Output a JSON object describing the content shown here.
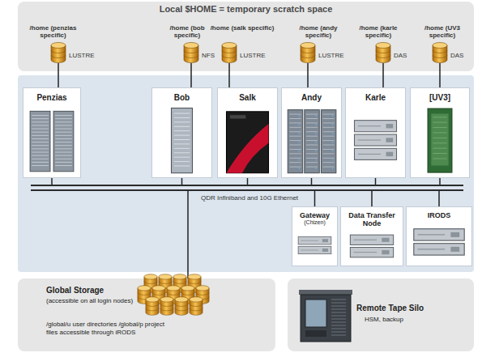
{
  "diagram": {
    "nodes": [
      {
        "text": [
          "Local $HOME = temporary scratch space"
        ]
      },
      {
        "text": [
          "/home (penzias specific)",
          "LUSTRE"
        ],
        "in": 0
      },
      {
        "text": [
          "/home (bob specific)",
          "NFS"
        ],
        "in": 0
      },
      {
        "text": [
          "/home (salk specific)",
          "LUSTRE"
        ],
        "in": 0
      },
      {
        "text": [
          "/home (andy specific)",
          "LUSTRE"
        ],
        "in": 0
      },
      {
        "text": [
          "/home (karle specific)",
          "DAS"
        ],
        "in": 0
      },
      {
        "text": [
          "/home (UV3 specific)",
          "DAS"
        ],
        "in": 0
      },
      {
        "text": [
          "Penzias"
        ]
      },
      {
        "text": [
          "Bob"
        ]
      },
      {
        "text": [
          "Salk"
        ]
      },
      {
        "text": [
          "Andy"
        ]
      },
      {
        "text": [
          "Karle"
        ]
      },
      {
        "text": [
          "[UV3]"
        ]
      },
      {
        "text": [
          "QDR Infiniband and 10G Ethernet"
        ]
      },
      {
        "text": [
          "Gateway",
          "(Chizen)"
        ]
      },
      {
        "text": [
          "Data Transfer Node"
        ]
      },
      {
        "text": [
          "IRODS"
        ]
      },
      {
        "text": [
          "Global Storage",
          "(accessible on all login nodes)",
          "/global/u user directories /global/p project files accessible through iRODS"
        ]
      },
      {
        "text": [
          "Remote Tape Silo",
          "HSM, backup"
        ]
      }
    ],
    "edges": [
      {
        "from": 1,
        "to": 7,
        "arrow": "none"
      },
      {
        "from": 2,
        "to": 8,
        "arrow": "none"
      },
      {
        "from": 3,
        "to": 9,
        "arrow": "none"
      },
      {
        "from": 4,
        "to": 10,
        "arrow": "none"
      },
      {
        "from": 5,
        "to": 11,
        "arrow": "none"
      },
      {
        "from": 6,
        "to": 12,
        "arrow": "none"
      },
      {
        "from": 7,
        "to": 13,
        "arrow": "none"
      },
      {
        "from": 8,
        "to": 13,
        "arrow": "none"
      },
      {
        "from": 9,
        "to": 13,
        "arrow": "none"
      },
      {
        "from": 10,
        "to": 13,
        "arrow": "none"
      },
      {
        "from": 11,
        "to": 13,
        "arrow": "none"
      },
      {
        "from": 12,
        "to": 13,
        "arrow": "none"
      },
      {
        "from": 13,
        "to": 14,
        "arrow": "none"
      },
      {
        "from": 13,
        "to": 15,
        "arrow": "none"
      },
      {
        "from": 13,
        "to": 16,
        "arrow": "none"
      },
      {
        "from": 13,
        "to": 17,
        "arrow": "none"
      }
    ]
  }
}
